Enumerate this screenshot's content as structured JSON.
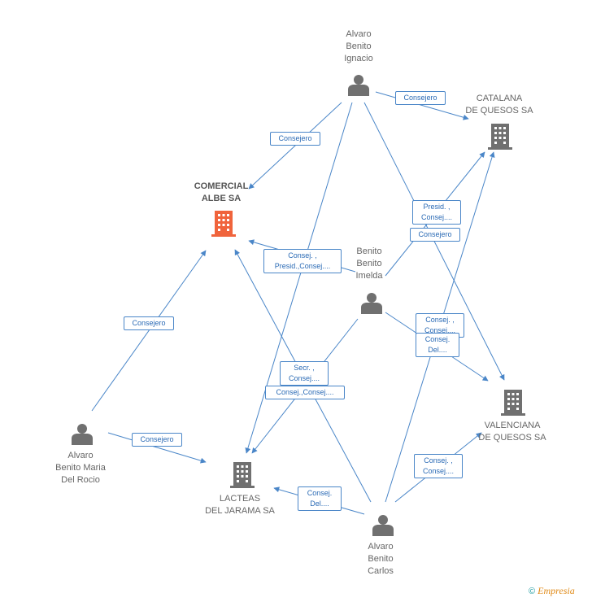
{
  "nodes": {
    "comercial": {
      "label": "COMERCIAL\nALBE SA"
    },
    "catalana": {
      "label": "CATALANA\nDE QUESOS SA"
    },
    "valenciana": {
      "label": "VALENCIANA\nDE QUESOS SA"
    },
    "lacteas": {
      "label": "LACTEAS\nDEL JARAMA SA"
    },
    "ignacio": {
      "label": "Alvaro\nBenito\nIgnacio"
    },
    "imelda": {
      "label": "Benito\nBenito\nImelda"
    },
    "rocio": {
      "label": "Alvaro\nBenito Maria\nDel Rocio"
    },
    "carlos": {
      "label": "Alvaro\nBenito\nCarlos"
    }
  },
  "edge_labels": {
    "e1": "Consejero",
    "e2": "Consejero",
    "e3": "Presid. ,\nConsej....",
    "e4": "Consejero",
    "e5": "Consej. ,\nPresid.,Consej....",
    "e6": "Consejero",
    "e7": "Consejero",
    "e8": "Consej. ,\nConsej....",
    "e9": "Consej.\nDel....",
    "e10": "Secr. ,\nConsej....",
    "e11": "Consej.,Consej....",
    "e12": "Consej. ,\nConsej....",
    "e13": "Consej.\nDel...."
  },
  "colors": {
    "edge": "#4a86c8",
    "person": "#707070",
    "company": "#707070",
    "highlight_company": "#f0643c"
  },
  "footer": {
    "copyright": "©",
    "brand": "Empresia"
  }
}
